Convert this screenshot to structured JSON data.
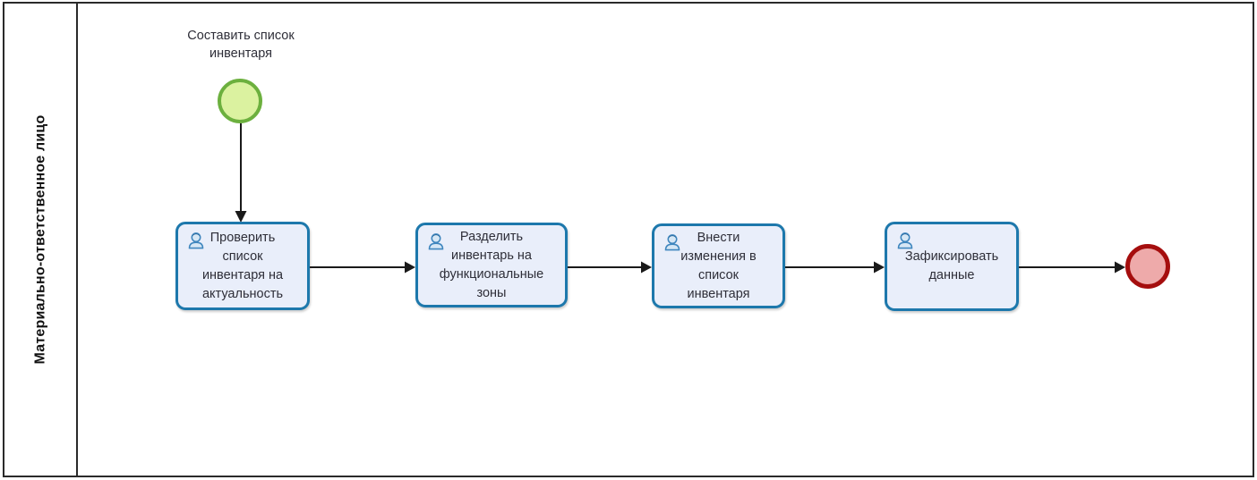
{
  "pool": {
    "lane_label": "Материально-ответственное лицо"
  },
  "events": {
    "start": {
      "type": "start-event",
      "label": "Составить список\nинвентаря",
      "fill": "#dbf2a0",
      "stroke": "#6cb03e"
    },
    "end": {
      "type": "end-event",
      "label": "",
      "fill": "#eeaaaa",
      "stroke": "#a50e0e"
    }
  },
  "tasks": [
    {
      "id": "task-check-inventory-list",
      "label": "Проверить\nсписок\nинвентаря на\nактуальность",
      "icon": "user-icon"
    },
    {
      "id": "task-split-inventory-into-zones",
      "label": "Разделить\nинвентарь на\nфункциональные\nзоны",
      "icon": "user-icon"
    },
    {
      "id": "task-update-inventory-list",
      "label": "Внести\nизменения в\nсписок\nинвентаря",
      "icon": "user-icon"
    },
    {
      "id": "task-record-data",
      "label": "Зафиксировать\nданные",
      "icon": "user-icon"
    }
  ],
  "flows": [
    {
      "from": "start-event",
      "to": "task-check-inventory-list"
    },
    {
      "from": "task-check-inventory-list",
      "to": "task-split-inventory-into-zones"
    },
    {
      "from": "task-split-inventory-into-zones",
      "to": "task-update-inventory-list"
    },
    {
      "from": "task-update-inventory-list",
      "to": "task-record-data"
    },
    {
      "from": "task-record-data",
      "to": "end-event"
    }
  ],
  "colors": {
    "task_fill": "#e9eefa",
    "task_stroke": "#1d78ac",
    "start_fill": "#dbf2a0",
    "start_stroke": "#6cb03e",
    "end_fill": "#eeaaaa",
    "end_stroke": "#a50e0e",
    "flow_line": "#1a1a1a",
    "frame": "#2a2a2a",
    "text": "#2e2e38",
    "icon_outline": "#3f86be",
    "icon_hair": "#1f5f93"
  }
}
